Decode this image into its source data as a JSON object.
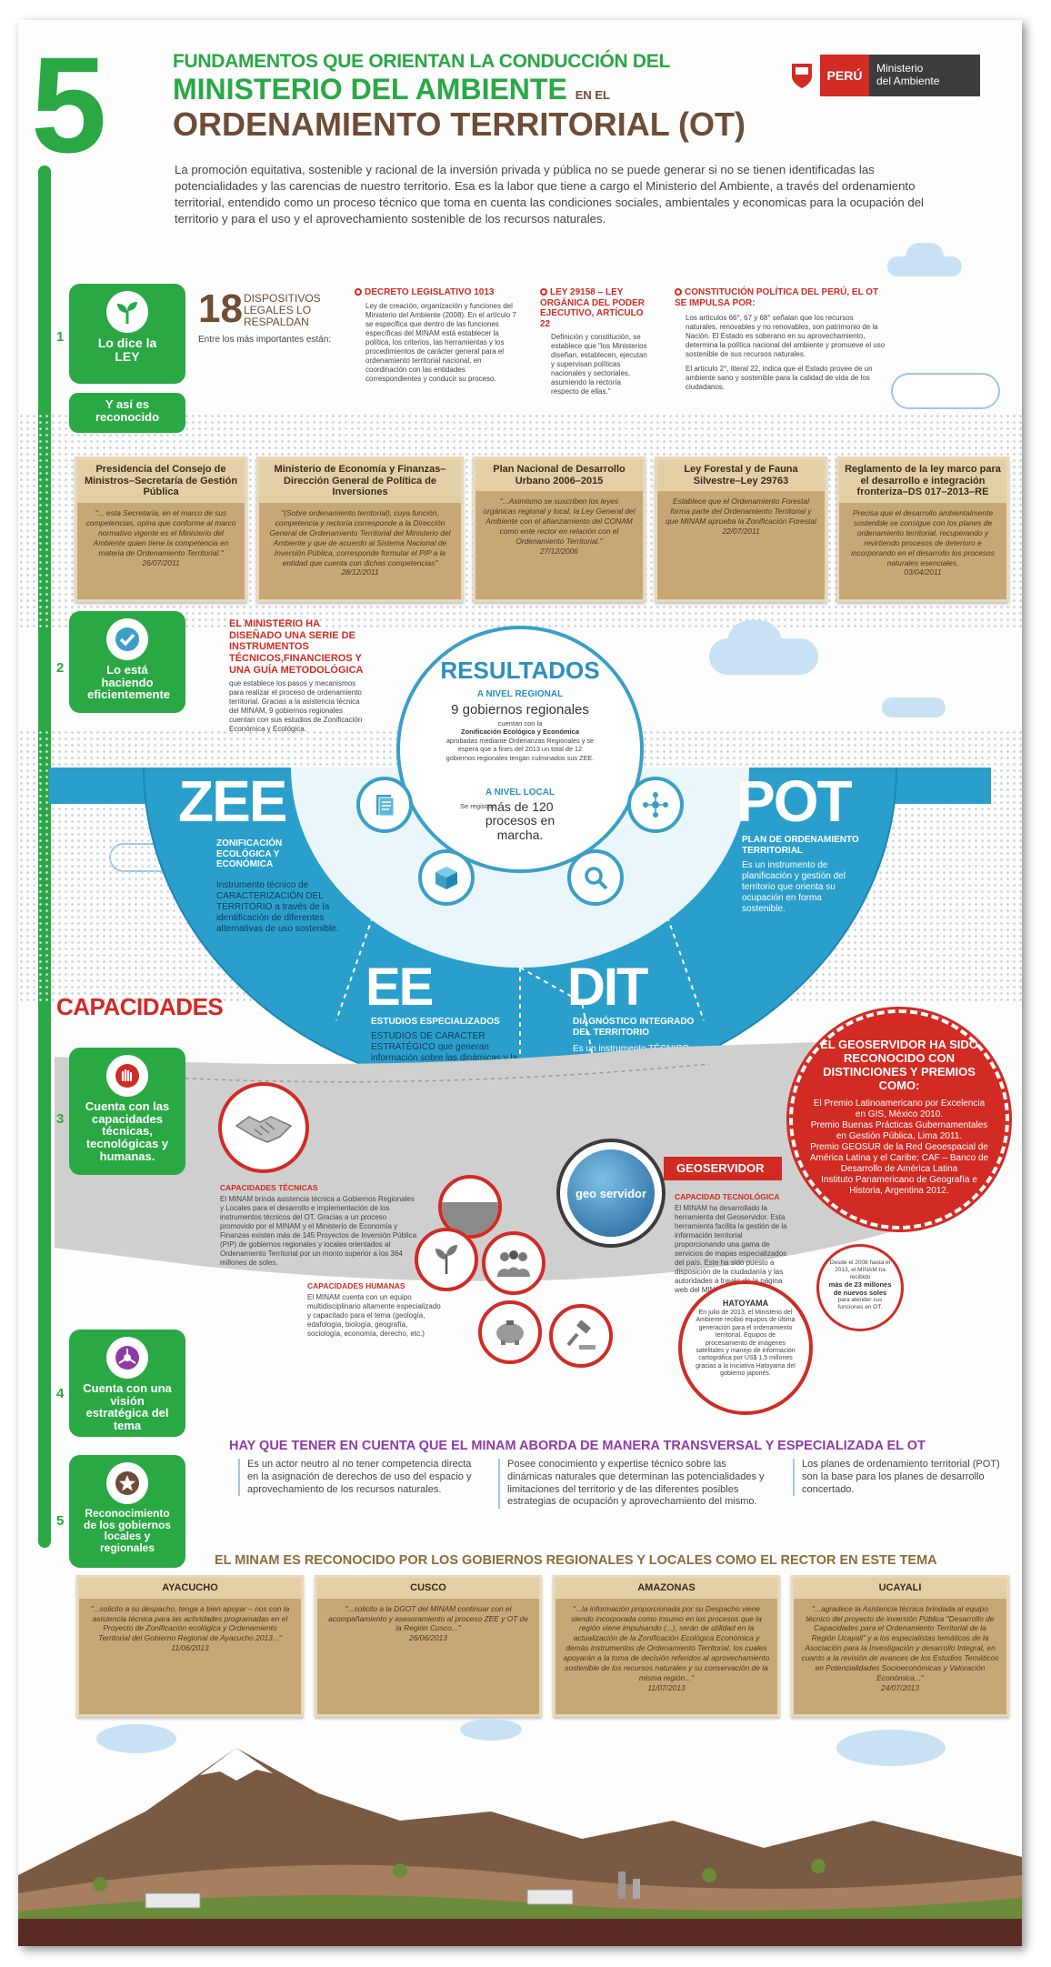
{
  "header": {
    "big_number": "5",
    "line1": "FUNDAMENTOS QUE ORIENTAN LA CONDUCCIÓN DEL",
    "line2": "MINISTERIO DEL AMBIENTE",
    "line2b": "EN EL",
    "line3": "ORDENAMIENTO TERRITORIAL (OT)",
    "logo_country": "PERÚ",
    "logo_ministry_1": "Ministerio",
    "logo_ministry_2": "del Ambiente",
    "intro": "La promoción equitativa, sostenible y racional de la inversión privada y pública no se puede generar si no se tienen identificadas las potencialidades y las carencias de nuestro territorio. Esa es la labor que tiene a cargo el Ministerio del Ambiente, a través del ordenamiento territorial, entendido como un proceso técnico que toma en cuenta las condiciones sociales, ambientales y economicas para la ocupación del territorio y para el uso y el aprovechamiento sostenible de los recursos naturales."
  },
  "section1": {
    "number": "1",
    "label": "Lo dice la LEY",
    "sub_label": "Y así es reconocido",
    "count": "18",
    "count_label": "DISPOSITIVOS LEGALES LO RESPALDAN",
    "count_sub": "Entre los más importantes están:",
    "laws": [
      {
        "title": "DECRETO LEGISLATIVO 1013",
        "text": "Ley de creación, organización y funciones del Ministerio del Ambiente (2008). En el artículo 7 se especifica que dentro de las funciones específicas del MINAM está establecer la política, los criterios, las herramientas y los procedimientos de carácter general para el ordenamiento territorial nacional, en coordinación con las entidades correspondientes y conducir su proceso."
      },
      {
        "title": "LEY 29158 – LEY ORGÁNICA DEL PODER EJECUTIVO, ARTÍCULO 22",
        "text": "Definición y constitución, se establece que \"los Ministerios diseñan, establecen, ejecutan y supervisan políticas nacionales y sectoriales, asumiendo la rectoría respecto de ellas.\""
      },
      {
        "title": "CONSTITUCIÓN POLÍTICA DEL PERÚ, EL OT SE IMPULSA POR:",
        "text": "Los artículos 66°, 67 y 68° señalan que los recursos naturales, renovables y no renovables, son patrimonio de la Nación. El Estado es soberano en su aprovechamiento, determina la política nacional del ambiente y promueve el uso sostenible de sus recursos naturales.",
        "text2": "El artículo 2°, literal 22, indica que el Estado provee de un ambiente sano y sostenible para la calidad de vida de los ciudadanos."
      }
    ],
    "plaques": [
      {
        "title": "Presidencia del Consejo de Ministros–Secretaría de Gestión Pública",
        "text": "\"... esta Secretaría, en el marco de sus competencias, opina que conforme al marco normativo vigente es el Ministerio del Ambiente quien tiene la competencia en materia de Ordenamiento Territorial.\"",
        "date": "26/07/2011"
      },
      {
        "title": "Ministerio de Economía y Finanzas–Dirección General de Política de Inversiones",
        "text": "\"(Sobre ordenamiento territorial), cuya función, competencia y rectoría corresponde a la Dirección General de Ordenamiento Territorial del Ministerio del Ambiente y que de acuerdo al Sistema Nacional de Inversión Pública, corresponde formular el PIP a la entidad que cuenta con dichas competencias\"",
        "date": "28/12/2011"
      },
      {
        "title": "Plan Nacional de Desarrollo Urbano 2006–2015",
        "text": "\"...Asimismo se suscriben los leyes orgánicas regional y local, la Ley General del Ambiente con el afianzamiento del CONAM como ente rector en relación con el Ordenamiento Territorial.\"",
        "date": "27/12/2006"
      },
      {
        "title": "Ley Forestal y de Fauna Silvestre–Ley 29763",
        "text": "Establece que el Ordenamiento Forestal forma parte del Ordenamiento Territorial y que MINAM aprueba la Zonificación Forestal",
        "date": "22/07/2011"
      },
      {
        "title": "Reglamento de la ley marco para el desarrollo e integración fronteriza–DS 017–2013–RE",
        "text": "Precisa que el desarrollo ambientalmente sostenible se consigue con los planes de ordenamiento territorial, recuperando y revirtiendo procesos de deterioro e incorporando en el desarrollo los procesos naturales esenciales.",
        "date": "03/04/2011"
      }
    ]
  },
  "section2": {
    "number": "2",
    "label": "Lo está haciendo eficientemente",
    "heading": "EL MINISTERIO HA DISEÑADO UNA SERIE DE INSTRUMENTOS TÉCNICOS,FINANCIEROS Y UNA GUÍA METODOLÓGICA",
    "text": "que establece los pasos y mecanismos para realizar el proceso de ordenamiento territorial. Gracias a la asistencia técnica del MINAM, 9 gobiernos regionales cuentan con sus estudios de Zonificación Económica y Ecológica.",
    "results_title": "RESULTADOS",
    "regional_title": "A NIVEL REGIONAL",
    "regional_value": "9 gobiernos regionales",
    "regional_text1": "cuentan con la",
    "regional_text2": "Zonificación Ecológica y Económica",
    "regional_text3": "aprobadas mediante Ordenanzas Regionales y se espera que a fines del 2013 un total de 12 gobiernos regionales tengan culminados sus ZEE.",
    "local_title": "A NIVEL LOCAL",
    "local_pre": "Se registran",
    "local_value": "más de 120 procesos en marcha.",
    "zee_word": "ZEE",
    "zee_title": "ZONIFICACIÓN ECOLÓGICA Y ECONÓMICA",
    "zee_text": "Instrumento técnico de CARACTERIZACIÓN DEL TERRITORIO a través de la identificación de diferentes alternativas de uso sostenible.",
    "pot_word": "POT",
    "pot_title": "PLAN DE ORDENAMIENTO TERRITORIAL",
    "pot_text": "Es un instrumento de planificación y gestión del territorio que orienta su ocupación en forma sostenible.",
    "ee_word": "EE",
    "ee_title": "ESTUDIOS ESPECIALIZADOS",
    "ee_text": "ESTUDIOS DE CARACTER ESTRATÉGICO que generan información sobre las dinámicas y la funcionalidad del territorio",
    "dit_word": "DIT",
    "dit_title": "DIAGNÓSTICO INTEGRADO DEL TERRITORIO",
    "dit_text": "Es un instrumento TÉCNICO que integra y analiza la información de las ZEE y los EE."
  },
  "section3": {
    "capacidades": "CAPACIDADES",
    "number": "3",
    "label": "Cuenta con las capacidades técnicas, tecnológicas y humanas.",
    "tech_title": "CAPACIDADES TÉCNICAS",
    "tech_text": "El MINAM brinda asistencia técnica a Gobiernos Regionales y Locales para el desarrollo e implementación de los instrumentos técnicos del OT. Gracias a un proceso promovido por el MINAM y el Ministerio de Economía y Finanzas existen más de 145 Proyectos de Inversión Pública (PIP) de gobiernos regionales y locales orientados al Ordenamiento Territorial por un monto superior a los 364 millones de soles.",
    "human_title": "CAPACIDADES HUMANAS",
    "human_text": "El MINAM cuenta con un equipo multidisciplinario altamente especializado y capacitado para el tema (geología, edafología, biología, geografía, sociología, economía, derecho, etc.)",
    "geo_label": "GEOSERVIDOR",
    "geo_logo": "geo servidor",
    "geotech_title": "CAPACIDAD TECNOLÓGICA",
    "geotech_text": "El MINAM ha desarrollado la herramienta del Geoservidor. Esta herramienta facilita la gestión de la información territorial proporcionando una gama de servicios de mapas especializados del país. Este ha sido puesto a disposición de la ciudadanía y las autoridades a través de la página web del MINAM.",
    "award_title": "EL GEOSERVIDOR HA SIDO RECONOCIDO CON DISTINCIONES Y PREMIOS COMO:",
    "awards": [
      "El Premio Latinoamericano por Excelencia en GIS, México 2010.",
      "Premio Buenas Prácticas Gubernamentales en Gestión Pública, Lima 2011.",
      "Premio GEOSUR de la Red Geoespacial de América Latina y el Caribe; CAF – Banco de Desarrollo de América Latina",
      "Instituto Panamericano de Geografía e Historia, Argentina 2012."
    ],
    "hatoyama_title": "HATOYAMA",
    "hatoyama_text": "En julio de 2013, el Ministerio del Ambiente recibió equipos de última generación para el ordenamiento territorial. Equipos de procesamiento de imágenes satelitales y manejo de información cartográfica por US$ 1,5 millones gracias a la iniciativa Hatoyama del gobierno japonés.",
    "funds_text1": "Desde el 2008 hasta el 2013, el MINAM ha recibido",
    "funds_value": "más de 23 millones de nuevos soles",
    "funds_text2": "para atender sus funciones en OT."
  },
  "section4": {
    "number": "4",
    "label": "Cuenta con una visión estratégica del tema",
    "heading": "HAY QUE TENER EN CUENTA QUE EL MINAM ABORDA DE MANERA TRANSVERSAL Y ESPECIALIZADA EL OT",
    "points": [
      "Es un actor neutro al no tener competencia directa en la asignación de derechos de uso del espacio y aprovechamiento de los recursos naturales.",
      "Posee conocimiento y expertise técnico sobre las dinámicas naturales que determinan las potencialidades y limitaciones del territorio y de las diferentes posibles estrategias de ocupación y aprovechamiento del mismo.",
      "Los planes de ordenamiento territorial (POT) son la base para los planes de desarrollo concertado."
    ]
  },
  "section5": {
    "number": "5",
    "label": "Reconocimiento de los gobiernos locales y regionales",
    "heading": "EL MINAM ES RECONOCIDO POR LOS GOBIERNOS REGIONALES Y LOCALES COMO EL RECTOR EN ESTE TEMA",
    "plaques": [
      {
        "title": "AYACUCHO",
        "text": "\"...solicito a su despacho, tenga a bien apoyar – nos con la asistencia técnica para las actividades programadas en el Proyecto de Zonificación ecológica y Ordenamiento Territorial del Gobierno Regional de Ayacucho 2013...\"",
        "date": "11/06/2013"
      },
      {
        "title": "CUSCO",
        "text": "\"...solicito a la DGOT del MINAM continuar con el acompañamiento y asesoramiento al proceso ZEE y OT de la Región Cusco...\"",
        "date": "26/06/2013"
      },
      {
        "title": "AMAZONAS",
        "text": "\"...la información proporcionada por su Despacho viene siendo incorporada como insumo en los procesos que la región viene impulsando (...), serán de utilidad en la actualización de la Zonificación Ecológica Económica y demás instrumentos de Ordenamiento Territorial, los cuales apoyarán a la toma de decisión referidos al aprovechamiento sostenible de los recursos naturales y su conservación de la misma región...\"",
        "date": "11/07/2013"
      },
      {
        "title": "UCAYALI",
        "text": "\"...agradece la Asistencia técnica brindada al equipo técnico del proyecto de inversión Pública \"Desarrollo de Capacidades para el Ordenamiento Territorial de la Región Ucayali\" y a los especialistas temáticos de la Asociación para la Investigación y desarrollo Integral, en cuanto a la revisión de avances de los Estudios Temáticos en Potencialidades Socioeconómicas y Valoración Económica...\"",
        "date": "24/07/2013"
      }
    ]
  },
  "colors": {
    "green": "#2aa844",
    "brown": "#6e4c36",
    "red": "#d12b24",
    "blue": "#3a9fc7",
    "sand": "#c7a776"
  }
}
